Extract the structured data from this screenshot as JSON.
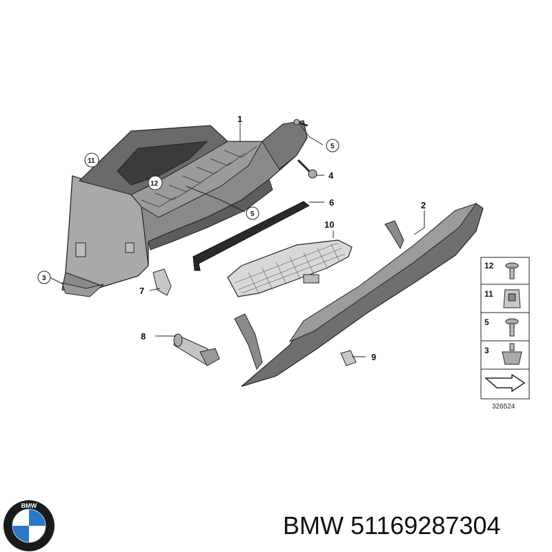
{
  "footer": {
    "brand": "BMW",
    "part_number": "51169287304"
  },
  "logo": {
    "lettering": "BMW",
    "colors": {
      "ring": "#1a1a1a",
      "blue": "#2a78c8",
      "white": "#ffffff"
    }
  },
  "diagram": {
    "number": "326524",
    "callouts": [
      "1",
      "2",
      "3",
      "4",
      "5",
      "5",
      "6",
      "7",
      "8",
      "9",
      "10",
      "11",
      "12"
    ],
    "legend": [
      "12",
      "11",
      "5",
      "3"
    ]
  },
  "colors": {
    "part_fill": "#7a7a7a",
    "part_dark": "#4a4a4a",
    "part_light": "#b5b5b5",
    "line": "#222222"
  }
}
